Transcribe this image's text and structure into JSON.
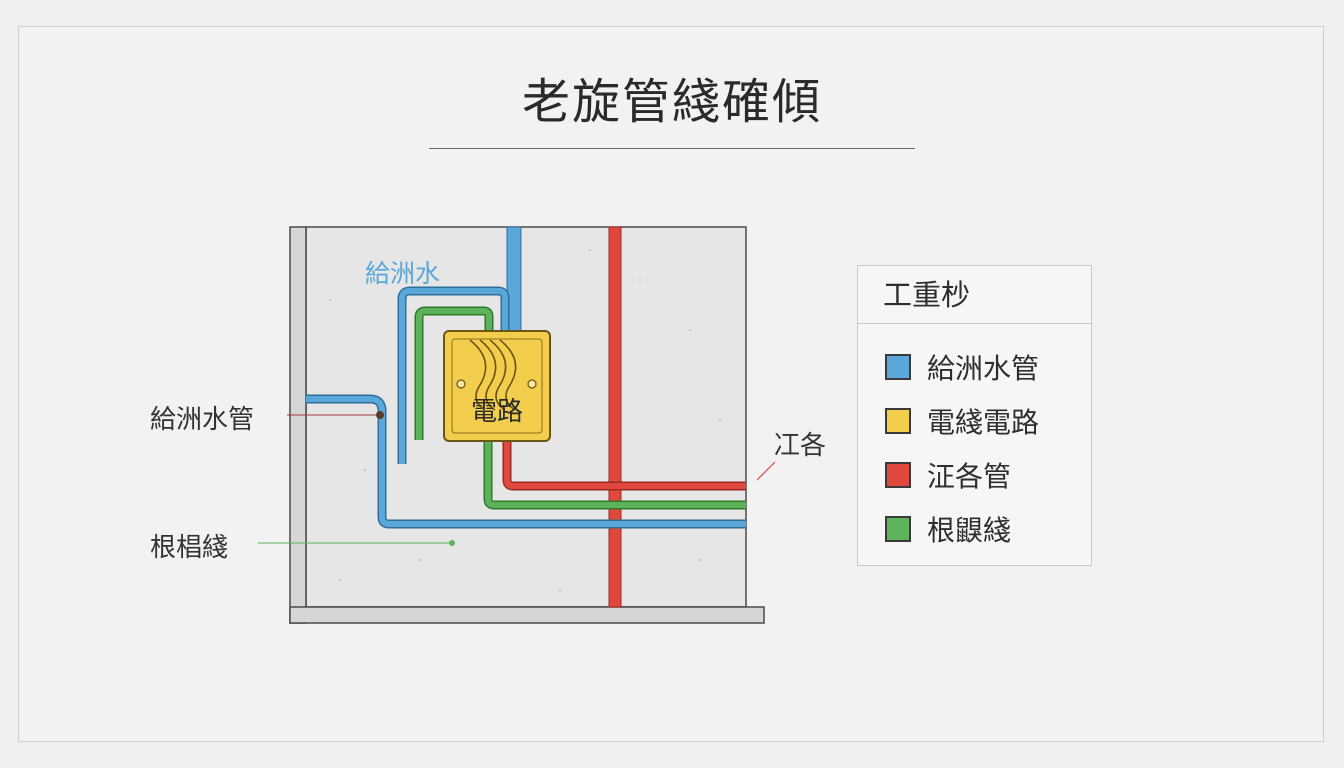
{
  "title": "老旋管綫確傾",
  "diagram": {
    "blue_pipe_label": "給洲水",
    "box_label": "電路",
    "callouts": {
      "left_top": "給洲水管",
      "left_bottom": "根椙綫",
      "right": "冮各"
    }
  },
  "legend": {
    "title": "工重杪",
    "items": [
      {
        "label": "給洲水管",
        "color": "#5aa7d9"
      },
      {
        "label": "電綫電路",
        "color": "#f3cd4c"
      },
      {
        "label": "泟各管",
        "color": "#e0483d"
      },
      {
        "label": "根鼳綫",
        "color": "#5cb35a"
      }
    ]
  },
  "colors": {
    "blue": "#5aa7d9",
    "yellow": "#f3cd4c",
    "red": "#e0483d",
    "green": "#5cb35a",
    "wall": "#dcdcdc"
  }
}
